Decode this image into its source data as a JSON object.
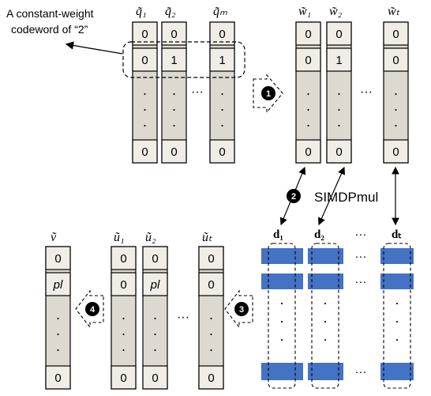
{
  "annotation": {
    "line1": "A constant-weight",
    "line2": "codeword of “2”"
  },
  "q_vectors": {
    "labels": [
      "q̃₁",
      "q̃₂",
      "q̃ₘ"
    ],
    "top": [
      "0",
      "0",
      "0"
    ],
    "second": [
      "0",
      "1",
      "1"
    ],
    "bottom": [
      "0",
      "0",
      "0"
    ],
    "ellipsis": "···"
  },
  "w_vectors": {
    "labels": [
      "w̃₁",
      "w̃₂",
      "w̃ₜ"
    ],
    "top": [
      "0",
      "0",
      "0"
    ],
    "second": [
      "0",
      "1",
      "0"
    ],
    "bottom": [
      "0",
      "0",
      "0"
    ],
    "ellipsis": "···"
  },
  "d_vectors": {
    "labels": [
      "d₁",
      "d₂",
      "dₜ"
    ],
    "ellipsis": "···",
    "bar_color": "#4472c4"
  },
  "u_vectors": {
    "labels": [
      "ũ₁",
      "ũ₂",
      "ũₜ"
    ],
    "top": [
      "0",
      "0",
      "0"
    ],
    "second": [
      "0",
      "pl",
      "0"
    ],
    "bottom": [
      "0",
      "0",
      "0"
    ],
    "ellipsis": "···"
  },
  "v_vector": {
    "label": "ṽ",
    "top": "0",
    "second": "pl",
    "bottom": "0"
  },
  "simd_label": "SIMDPmul",
  "steps": [
    "1",
    "2",
    "3",
    "4"
  ],
  "colors": {
    "cell_fill": "#f0ede6",
    "column_fill": "#ddd9d0",
    "step_circle": "#000000"
  }
}
